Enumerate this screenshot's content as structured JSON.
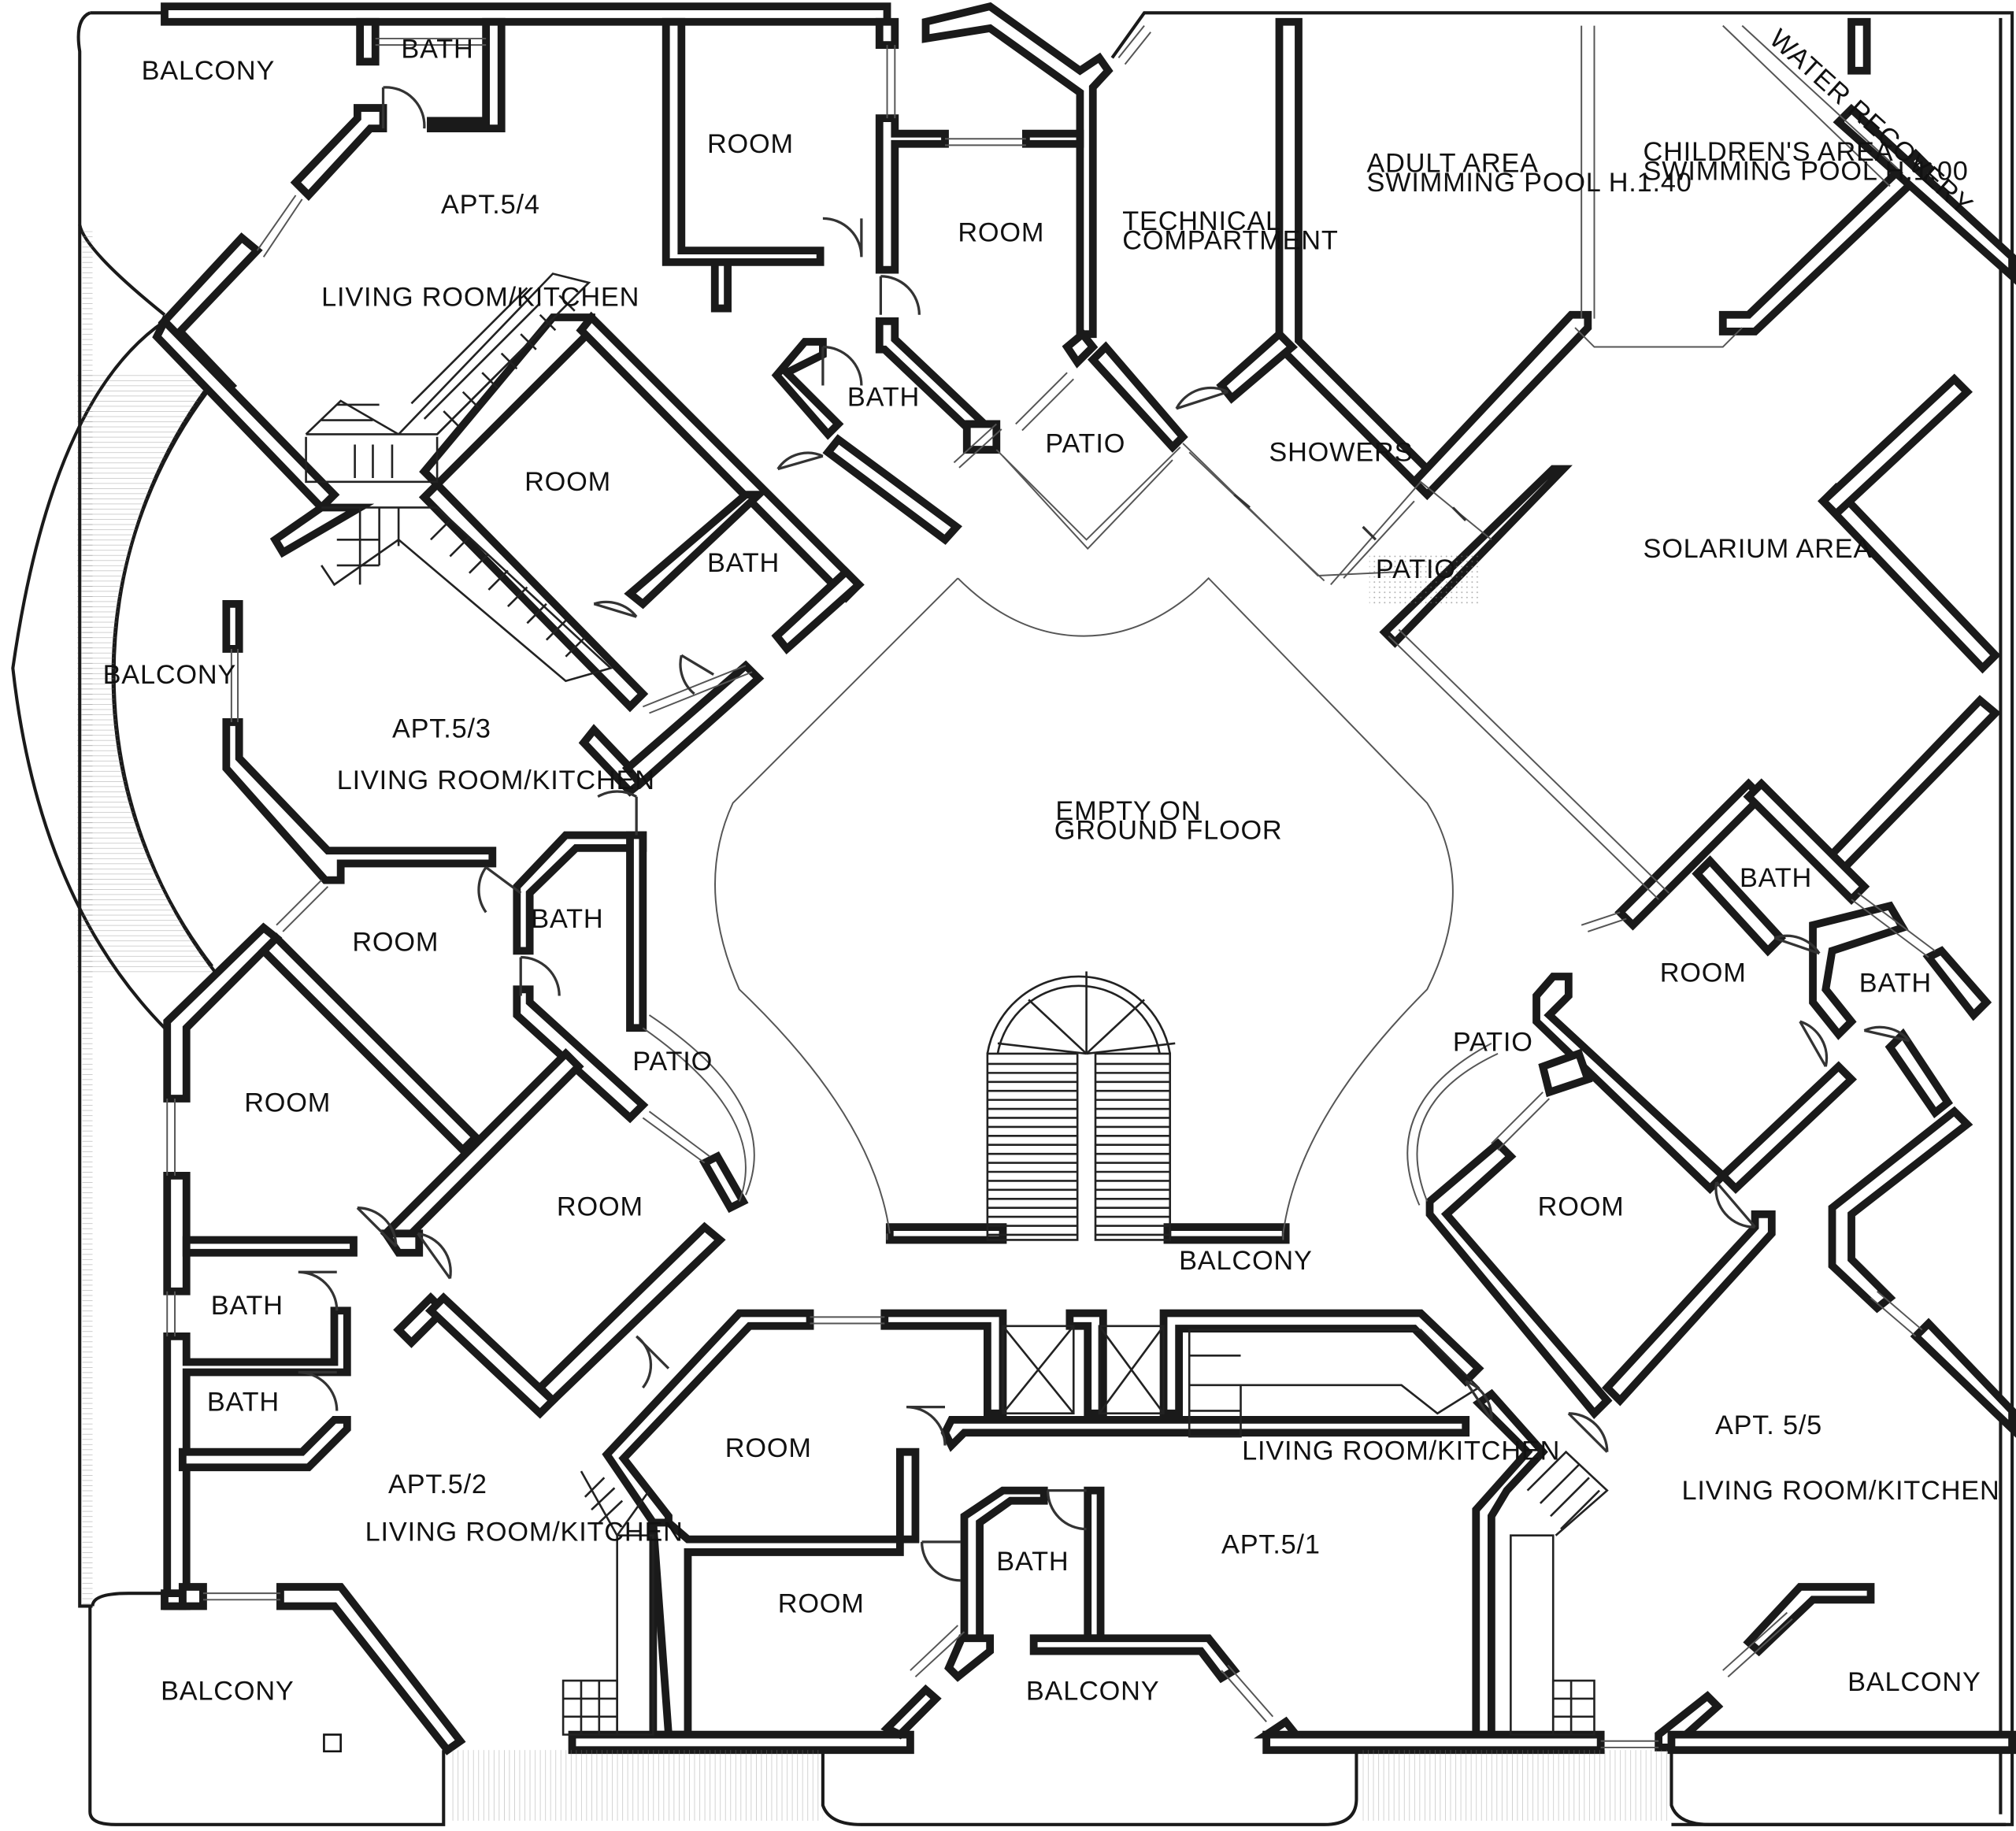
{
  "labels": {
    "balcony_tl": "BALCONY",
    "bath_tl": "BATH",
    "apt54": "APT.5/4",
    "lrk_54": "LIVING ROOM/KITCHEN",
    "room_top1": "ROOM",
    "room_top2": "ROOM",
    "bath_top": "BATH",
    "technical_1": "TECHNICAL",
    "technical_2": "COMPARTMENT",
    "patio_top": "PATIO",
    "adult_1": "ADULT AREA",
    "adult_2": "SWIMMING POOL H.1.40",
    "children_1": "CHILDREN'S AREA",
    "children_2": "SWIMMING POOL H.1.00",
    "water_recovery": "WATER RECOVERY",
    "showers": "SHOWERS",
    "patio_showers": "PATIO",
    "solarium": "SOLARIUM AREA",
    "room_mid": "ROOM",
    "bath_mid": "BATH",
    "balcony_left": "BALCONY",
    "apt53": "APT.5/3",
    "lrk_53": "LIVING ROOM/KITCHEN",
    "empty_1": "EMPTY ON",
    "empty_2": "GROUND FLOOR",
    "room_l1": "ROOM",
    "bath_l1": "BATH",
    "patio_left": "PATIO",
    "room_l2": "ROOM",
    "room_l3": "ROOM",
    "bath_r1": "BATH",
    "room_r1": "ROOM",
    "bath_r2": "BATH",
    "patio_right": "PATIO",
    "room_r2": "ROOM",
    "balcony_center": "BALCONY",
    "bath_l2": "BATH",
    "bath_l3": "BATH",
    "apt52": "APT.5/2",
    "lrk_52": "LIVING ROOM/KITCHEN",
    "room_b1": "ROOM",
    "lrk_51": "LIVING ROOM/KITCHEN",
    "apt51": "APT.5/1",
    "bath_b": "BATH",
    "room_b2": "ROOM",
    "apt55": "APT. 5/5",
    "lrk_55": "LIVING ROOM/KITCHEN",
    "balcony_bl": "BALCONY",
    "balcony_bc": "BALCONY",
    "balcony_br": "BALCONY"
  }
}
